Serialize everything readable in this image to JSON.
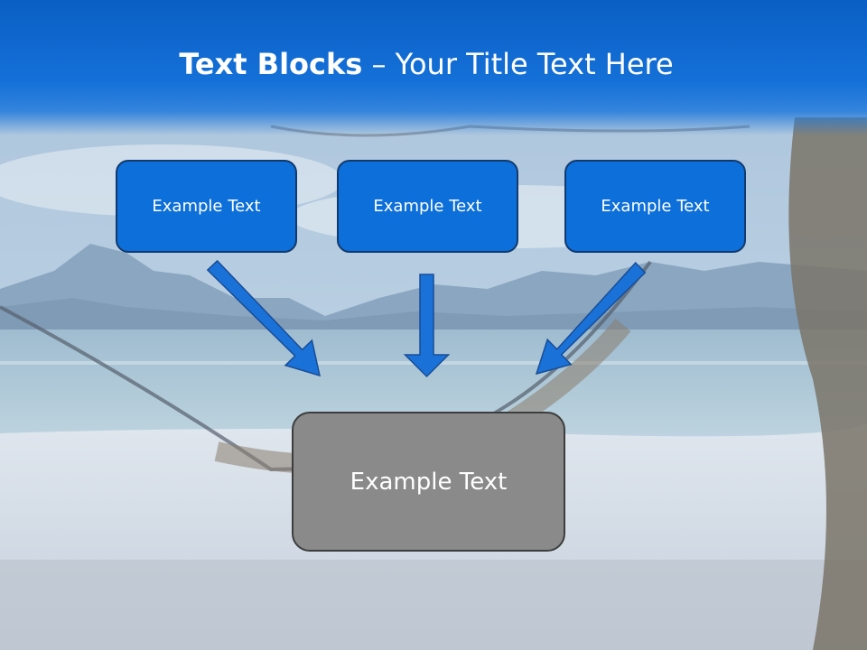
{
  "title": {
    "bold": "Text Blocks",
    "dash": " – ",
    "rest": "Your Title Text Here"
  },
  "blocks": [
    {
      "label": "Example Text"
    },
    {
      "label": "Example Text"
    },
    {
      "label": "Example Text"
    }
  ],
  "result": {
    "label": "Example Text"
  },
  "colors": {
    "title_bar": "#0a5fc4",
    "box_fill": "#0d6fd9",
    "box_border": "#123a6e",
    "arrow_fill": "#1a72d8",
    "result_fill": "#8a8a8a",
    "result_border": "#3d3d3d"
  },
  "background": "beach-hammock-photo"
}
